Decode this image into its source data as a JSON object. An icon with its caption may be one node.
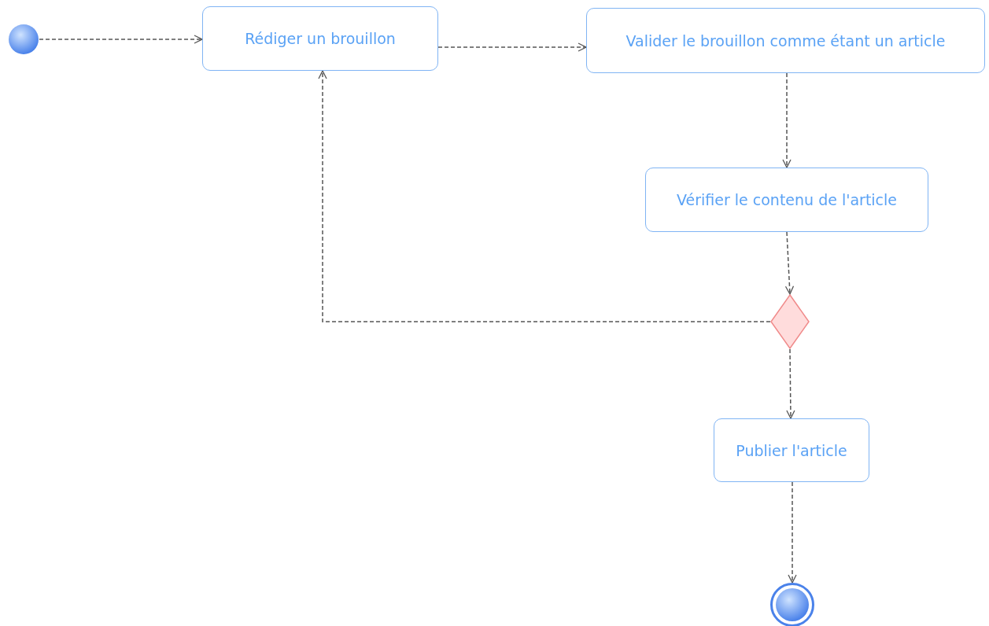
{
  "diagram": {
    "nodes": [
      {
        "text": [],
        "shape": "circle"
      },
      {
        "text": [
          "Rédiger un brouillon"
        ]
      },
      {
        "text": [
          "Valider le brouillon comme étant un article"
        ]
      },
      {
        "text": [
          "Vérifier le contenu de l'article"
        ]
      },
      {
        "text": [],
        "shape": "diamond"
      },
      {
        "text": [
          "Publier l'article"
        ]
      },
      {
        "text": [],
        "shape": "circle"
      }
    ],
    "edges": [
      {
        "from": 0,
        "to": 1,
        "arrow": "to",
        "style": "dashed"
      },
      {
        "from": 1,
        "to": 2,
        "arrow": "to",
        "style": "dashed"
      },
      {
        "from": 2,
        "to": 3,
        "arrow": "to",
        "style": "dashed"
      },
      {
        "from": 3,
        "to": 4,
        "arrow": "to",
        "style": "dashed"
      },
      {
        "from": 4,
        "to": 1,
        "arrow": "to",
        "style": "dashed"
      },
      {
        "from": 4,
        "to": 5,
        "arrow": "to",
        "style": "dashed"
      },
      {
        "from": 5,
        "to": 6,
        "arrow": "to",
        "style": "dashed"
      }
    ]
  }
}
